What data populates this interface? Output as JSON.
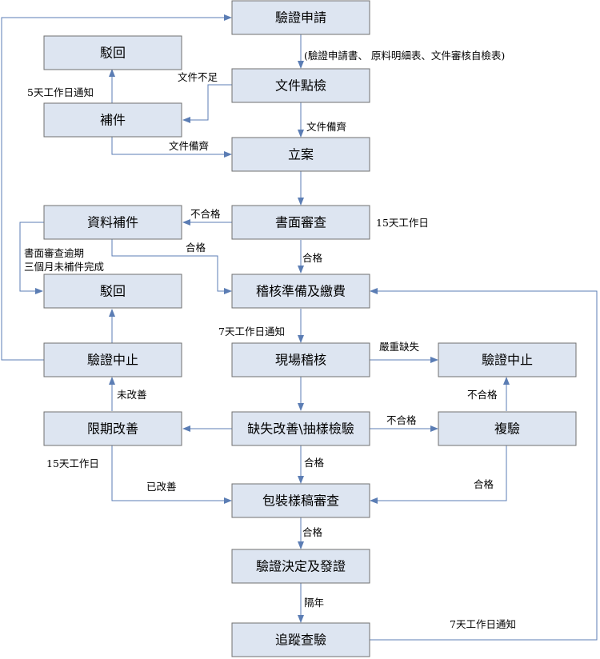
{
  "nodes": {
    "apply": "驗證申請",
    "reject_top": "駁回",
    "doc_check": "文件點檢",
    "supplement": "補件",
    "filing": "立案",
    "data_supplement": "資料補件",
    "doc_review": "書面審查",
    "reject_mid": "駁回",
    "audit_prep": "稽核準備及繳費",
    "suspend_left": "驗證中止",
    "site_audit": "現場稽核",
    "suspend_right": "驗證中止",
    "improve_deadline": "限期改善",
    "deficiency": "缺失改善\\抽樣檢驗",
    "reinspect": "複驗",
    "packaging": "包裝樣稿審查",
    "decision": "驗證決定及發證",
    "tracking": "追蹤查驗"
  },
  "labels": {
    "apply_docs": "(驗證申請書、 原料明細表、文件審核自檢表)",
    "notice_5days": "5天工作日通知",
    "docs_insufficient": "文件不足",
    "docs_ready_1": "文件備齊",
    "docs_ready_2": "文件備齊",
    "fail_1": "不合格",
    "days_15_review": "15天工作日",
    "pass_1": "合格",
    "overdue_line1": "書面審查逾期",
    "overdue_line2": "三個月未補件完成",
    "pass_2": "合格",
    "notice_7days_1": "7天工作日通知",
    "serious_deficiency": "嚴重缺失",
    "not_improved": "未改善",
    "fail_2": "不合格",
    "fail_3": "不合格",
    "days_15_improve": "15天工作日",
    "pass_3": "合格",
    "improved": "已改善",
    "pass_4": "合格",
    "pass_5": "合格",
    "next_year": "隔年",
    "notice_7days_2": "7天工作日通知"
  },
  "colors": {
    "box_fill": "#dde5f1",
    "box_stroke": "#707070",
    "connector": "#5b7db4"
  }
}
